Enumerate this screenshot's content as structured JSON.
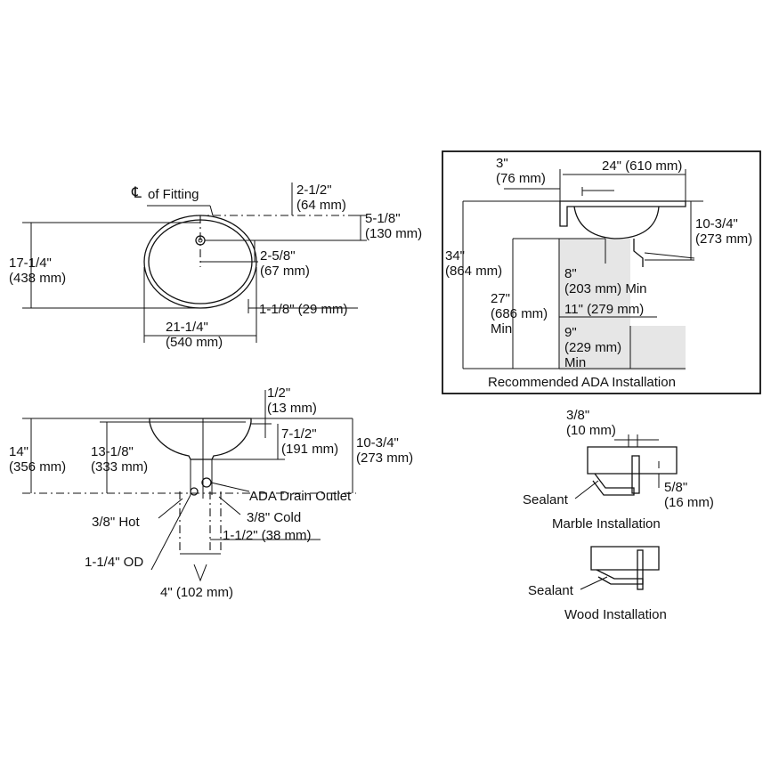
{
  "top_view": {
    "centerline_label": "of Fitting",
    "labels": [
      {
        "id": "d-2-1-2",
        "lines": [
          "2-1/2\"",
          "(64 mm)"
        ]
      },
      {
        "id": "d-5-1-8",
        "lines": [
          "5-1/8\"",
          "(130 mm)"
        ]
      },
      {
        "id": "d-17-1-4",
        "lines": [
          "17-1/4\"",
          "(438 mm)"
        ]
      },
      {
        "id": "d-2-5-8",
        "lines": [
          "2-5/8\"",
          "(67 mm)"
        ]
      },
      {
        "id": "d-1-1-8",
        "lines": [
          "1-1/8\" (29 mm)"
        ]
      },
      {
        "id": "d-21-1-4",
        "lines": [
          "21-1/4\"",
          "(540 mm)"
        ]
      }
    ]
  },
  "side_view": {
    "labels": [
      {
        "id": "d-1-2",
        "lines": [
          "1/2\"",
          "(13 mm)"
        ]
      },
      {
        "id": "d-14",
        "lines": [
          "14\"",
          "(356 mm)"
        ]
      },
      {
        "id": "d-13-1-8",
        "lines": [
          "13-1/8\"",
          "(333 mm)"
        ]
      },
      {
        "id": "d-7-1-2",
        "lines": [
          "7-1/2\"",
          "(191 mm)"
        ]
      },
      {
        "id": "d-10-3-4-side",
        "lines": [
          "10-3/4\"",
          "(273 mm)"
        ]
      },
      {
        "id": "ada-drain-outlet",
        "lines": [
          "ADA Drain Outlet"
        ]
      },
      {
        "id": "hot",
        "lines": [
          "3/8\" Hot"
        ]
      },
      {
        "id": "cold",
        "lines": [
          "3/8\" Cold"
        ]
      },
      {
        "id": "d-1-1-2",
        "lines": [
          "1-1/2\" (38 mm)"
        ]
      },
      {
        "id": "od",
        "lines": [
          "1-1/4\" OD"
        ]
      },
      {
        "id": "d-4",
        "lines": [
          "4\" (102 mm)"
        ]
      }
    ]
  },
  "ada": {
    "caption": "Recommended ADA Installation",
    "labels": [
      {
        "id": "d-3",
        "lines": [
          "3\"",
          "(76 mm)"
        ]
      },
      {
        "id": "d-24",
        "lines": [
          "24\" (610 mm)"
        ]
      },
      {
        "id": "d-10-3-4-ada",
        "lines": [
          "10-3/4\"",
          "(273 mm)"
        ]
      },
      {
        "id": "d-34",
        "lines": [
          "34\"",
          "(864 mm)"
        ]
      },
      {
        "id": "d-8",
        "lines": [
          "8\"",
          "(203 mm) Min"
        ]
      },
      {
        "id": "d-27",
        "lines": [
          "27\"",
          "(686 mm)",
          "Min"
        ]
      },
      {
        "id": "d-11",
        "lines": [
          "11\" (279 mm)"
        ]
      },
      {
        "id": "d-9",
        "lines": [
          "9\"",
          "(229 mm)",
          "Min"
        ]
      }
    ]
  },
  "marble": {
    "caption": "Marble Installation",
    "labels": [
      {
        "id": "d-3-8",
        "lines": [
          "3/8\"",
          "(10 mm)"
        ]
      },
      {
        "id": "sealant-marble",
        "lines": [
          "Sealant"
        ]
      },
      {
        "id": "d-5-8",
        "lines": [
          "5/8\"",
          "(16 mm)"
        ]
      }
    ]
  },
  "wood": {
    "caption": "Wood Installation",
    "labels": [
      {
        "id": "sealant-wood",
        "lines": [
          "Sealant"
        ]
      }
    ]
  }
}
